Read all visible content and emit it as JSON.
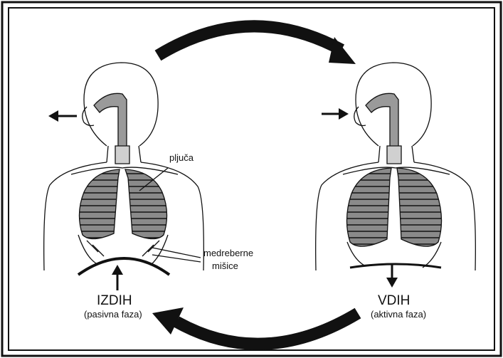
{
  "labels": {
    "lungs": "pljuča",
    "muscles_line1": "medreberne",
    "muscles_line2": "mišice",
    "exhale_title": "IZDIH",
    "exhale_sub": "(pasivna faza)",
    "inhale_title": "VDIH",
    "inhale_sub": "(aktivna faza)"
  },
  "colors": {
    "ink": "#111111",
    "lung_fill": "#7a7a7a",
    "airway_fill": "#9a9a9a",
    "background": "#ffffff"
  }
}
